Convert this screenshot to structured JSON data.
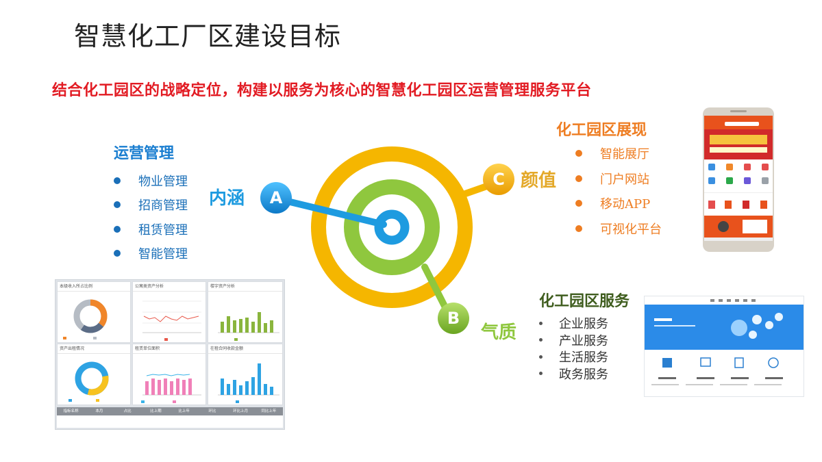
{
  "title": "智慧化工厂区建设目标",
  "subtitle": "结合化工园区的战略定位，构建以服务为核心的智慧化工园区运营管理服务平台",
  "operations": {
    "title": "运营管理",
    "items": [
      "物业管理",
      "招商管理",
      "租赁管理",
      "智能管理"
    ]
  },
  "showcase": {
    "title": "化工园区展现",
    "items": [
      "智能展厅",
      "门户网站",
      "移动APP",
      "可视化平台"
    ]
  },
  "services": {
    "title": "化工园区服务",
    "items": [
      "企业服务",
      "产业服务",
      "生活服务",
      "政务服务"
    ]
  },
  "target": {
    "label_a": "内涵",
    "label_b": "气质",
    "label_c": "颜值",
    "badge_a": "A",
    "badge_b": "B",
    "badge_c": "C"
  },
  "colors": {
    "outer_ring": "#f5b600",
    "middle_ring": "#8fc73e",
    "inner_ring": "#1e9be0",
    "title_red": "#e21b23",
    "blue_text": "#1a7ed0",
    "orange_text": "#ee7d22",
    "green_text": "#3f5d1e"
  },
  "dashboard": {
    "panels": [
      "本级收入所占比例",
      "公寓类资产分析",
      "楼宇资产分析",
      "资产出租情况",
      "租赁单位面积",
      "在租合同收款金额"
    ],
    "table_headers": [
      "指标名称",
      "本月",
      "占比",
      "比上期",
      "比上年",
      "环比",
      "环比上月",
      "同比上年"
    ]
  }
}
